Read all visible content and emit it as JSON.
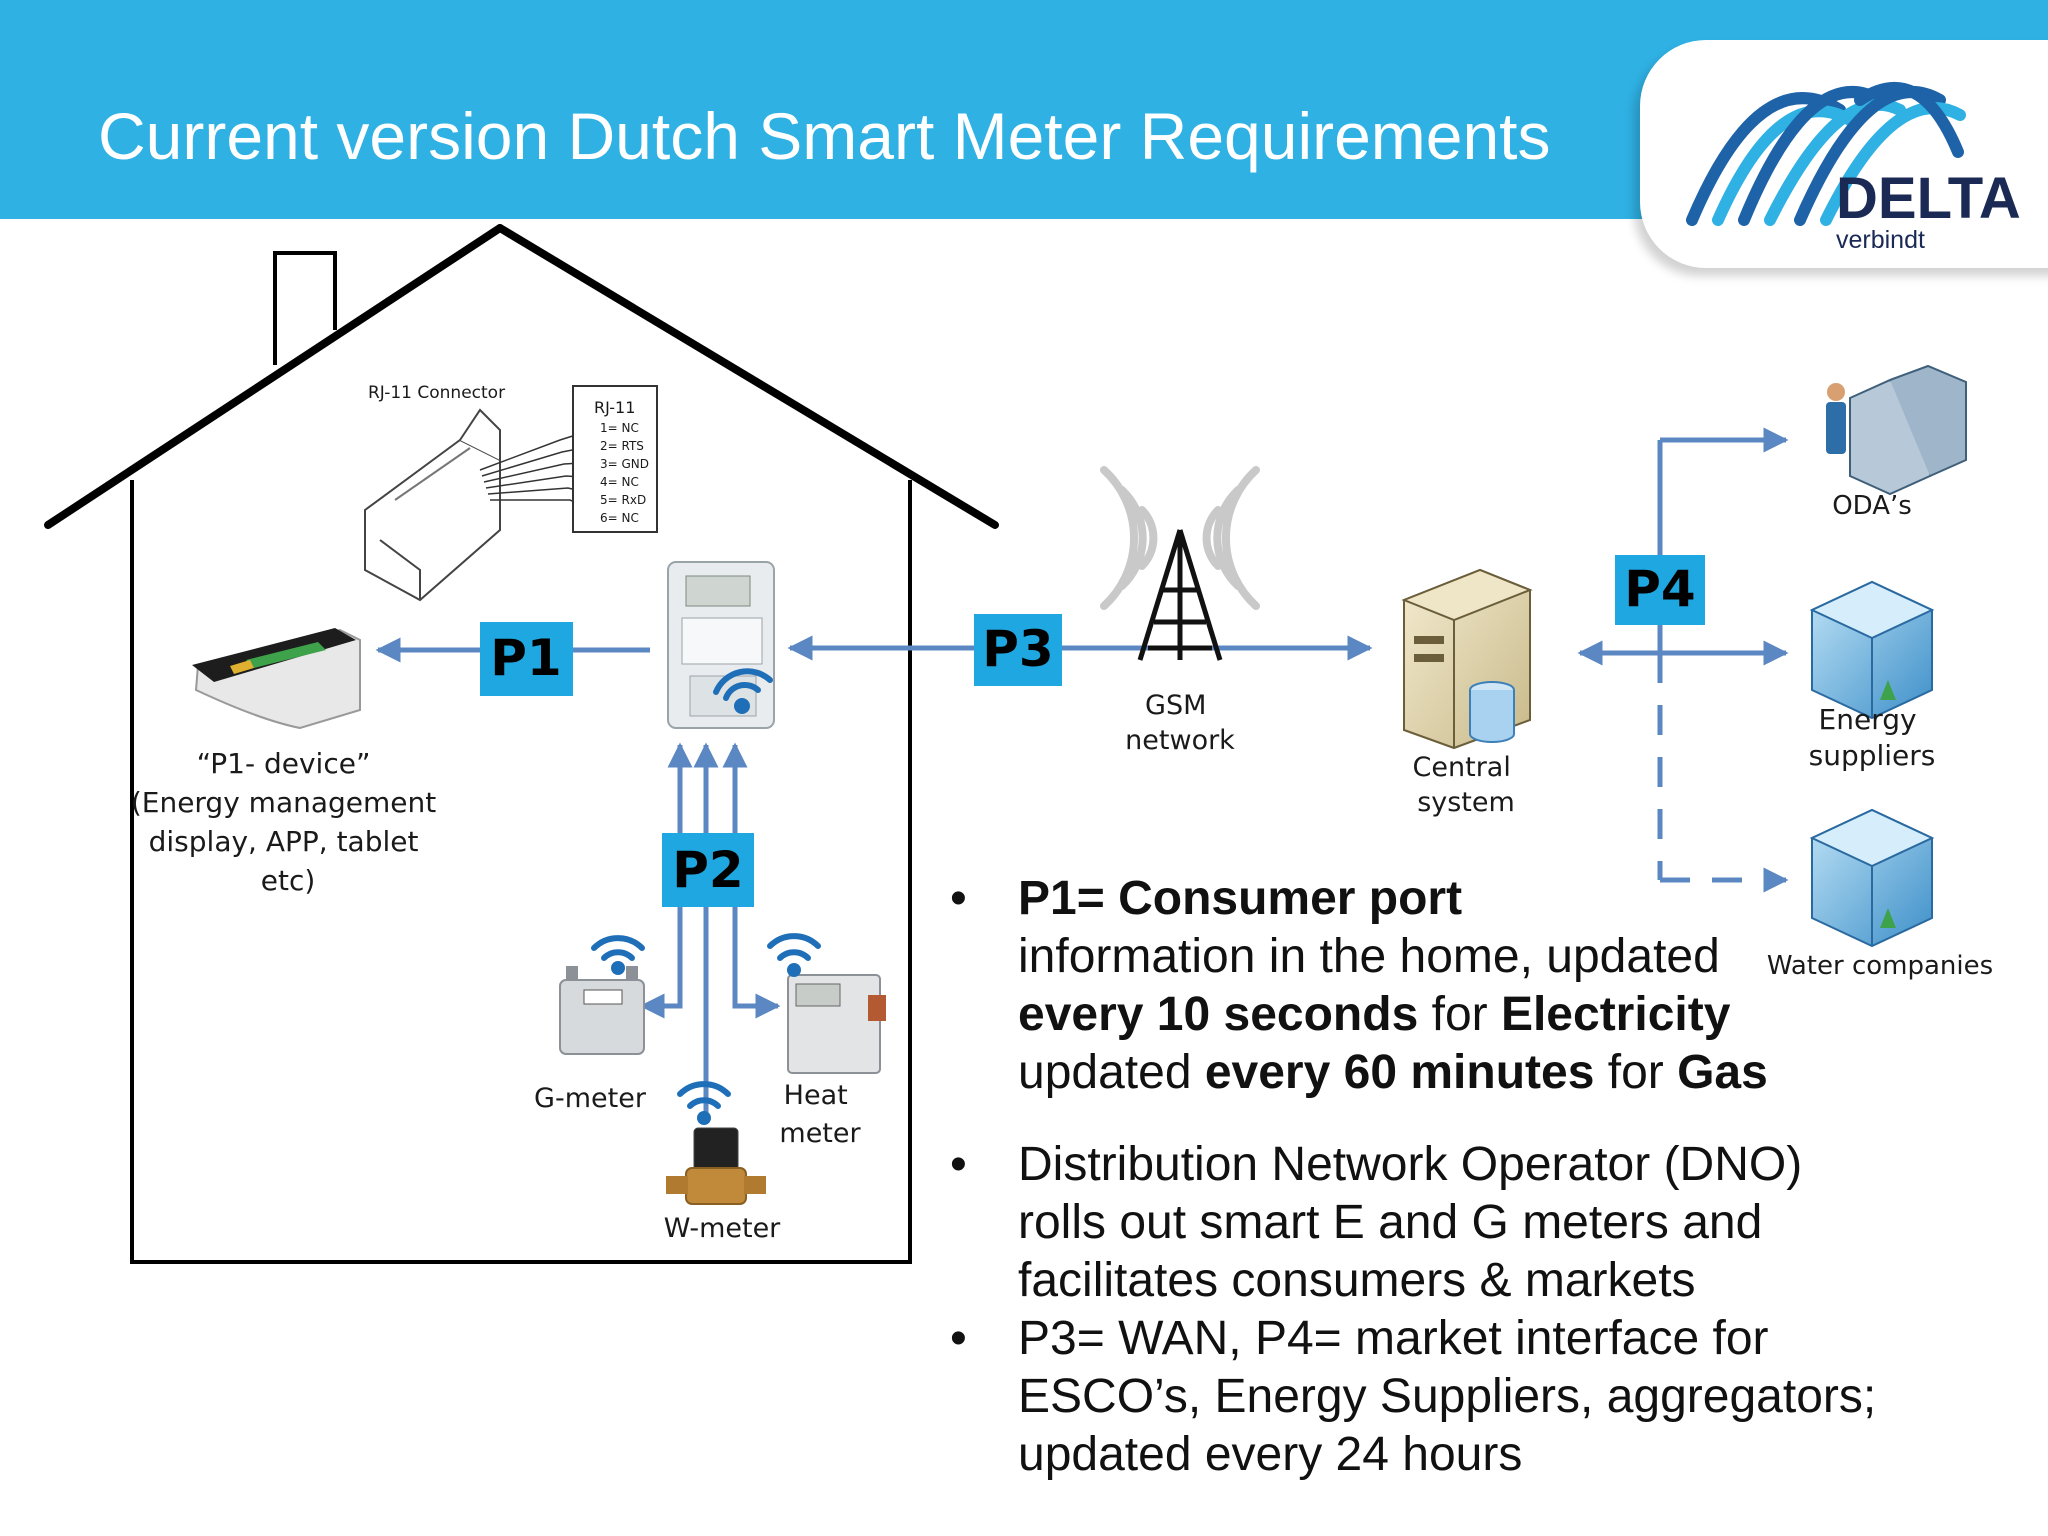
{
  "title": "Current version Dutch Smart Meter Requirements",
  "logo": {
    "name": "DELTA",
    "tagline": "verbindt"
  },
  "colors": {
    "header": "#2fb1e4",
    "port_tag": "#1ea7e1",
    "arrow": "#5b87c2",
    "house": "#000000"
  },
  "rj11": {
    "connector_label": "RJ-11 Connector",
    "box_title": "RJ-11",
    "pins": [
      "1= NC",
      "2= RTS",
      "3= GND",
      "4= NC",
      "5= RxD",
      "6= NC"
    ]
  },
  "ports": {
    "p1": "P1",
    "p2": "P2",
    "p3": "P3",
    "p4": "P4"
  },
  "p1_device": {
    "lines": [
      "“P1- device”",
      "(Energy management",
      "display, APP, tablet",
      "etc)"
    ]
  },
  "meters": {
    "gas": "G-meter",
    "heat": [
      "Heat",
      "meter"
    ],
    "water": "W-meter"
  },
  "gsm": [
    "GSM",
    "network"
  ],
  "central": [
    "Central",
    "system"
  ],
  "market": {
    "odas": "ODA’s",
    "energy": [
      "Energy",
      "suppliers"
    ],
    "water": "Water companies"
  },
  "icons": [
    "smart-meter-icon",
    "p1-display-icon",
    "gas-meter-icon",
    "heat-meter-icon",
    "water-meter-icon",
    "gsm-tower-icon",
    "server-icon",
    "oda-server-icon",
    "building-icon",
    "wifi-icon"
  ],
  "bullets": {
    "b1": {
      "head": "P1= Consumer port",
      "l2": "information in the home, updated",
      "l3_bold1": "every 10 seconds",
      "l3_mid": " for ",
      "l3_bold2": "Electricity",
      "l4_pre": "updated ",
      "l4_bold1": "every 60 minutes",
      "l4_mid": " for ",
      "l4_bold2": "Gas"
    },
    "b2": [
      "Distribution Network Operator (DNO)",
      "rolls out smart E and G meters and",
      "facilitates consumers & markets"
    ],
    "b3": [
      "P3= WAN, P4= market interface for",
      "ESCO’s, Energy Suppliers, aggregators;",
      "updated every 24 hours"
    ],
    "dot": "•"
  }
}
